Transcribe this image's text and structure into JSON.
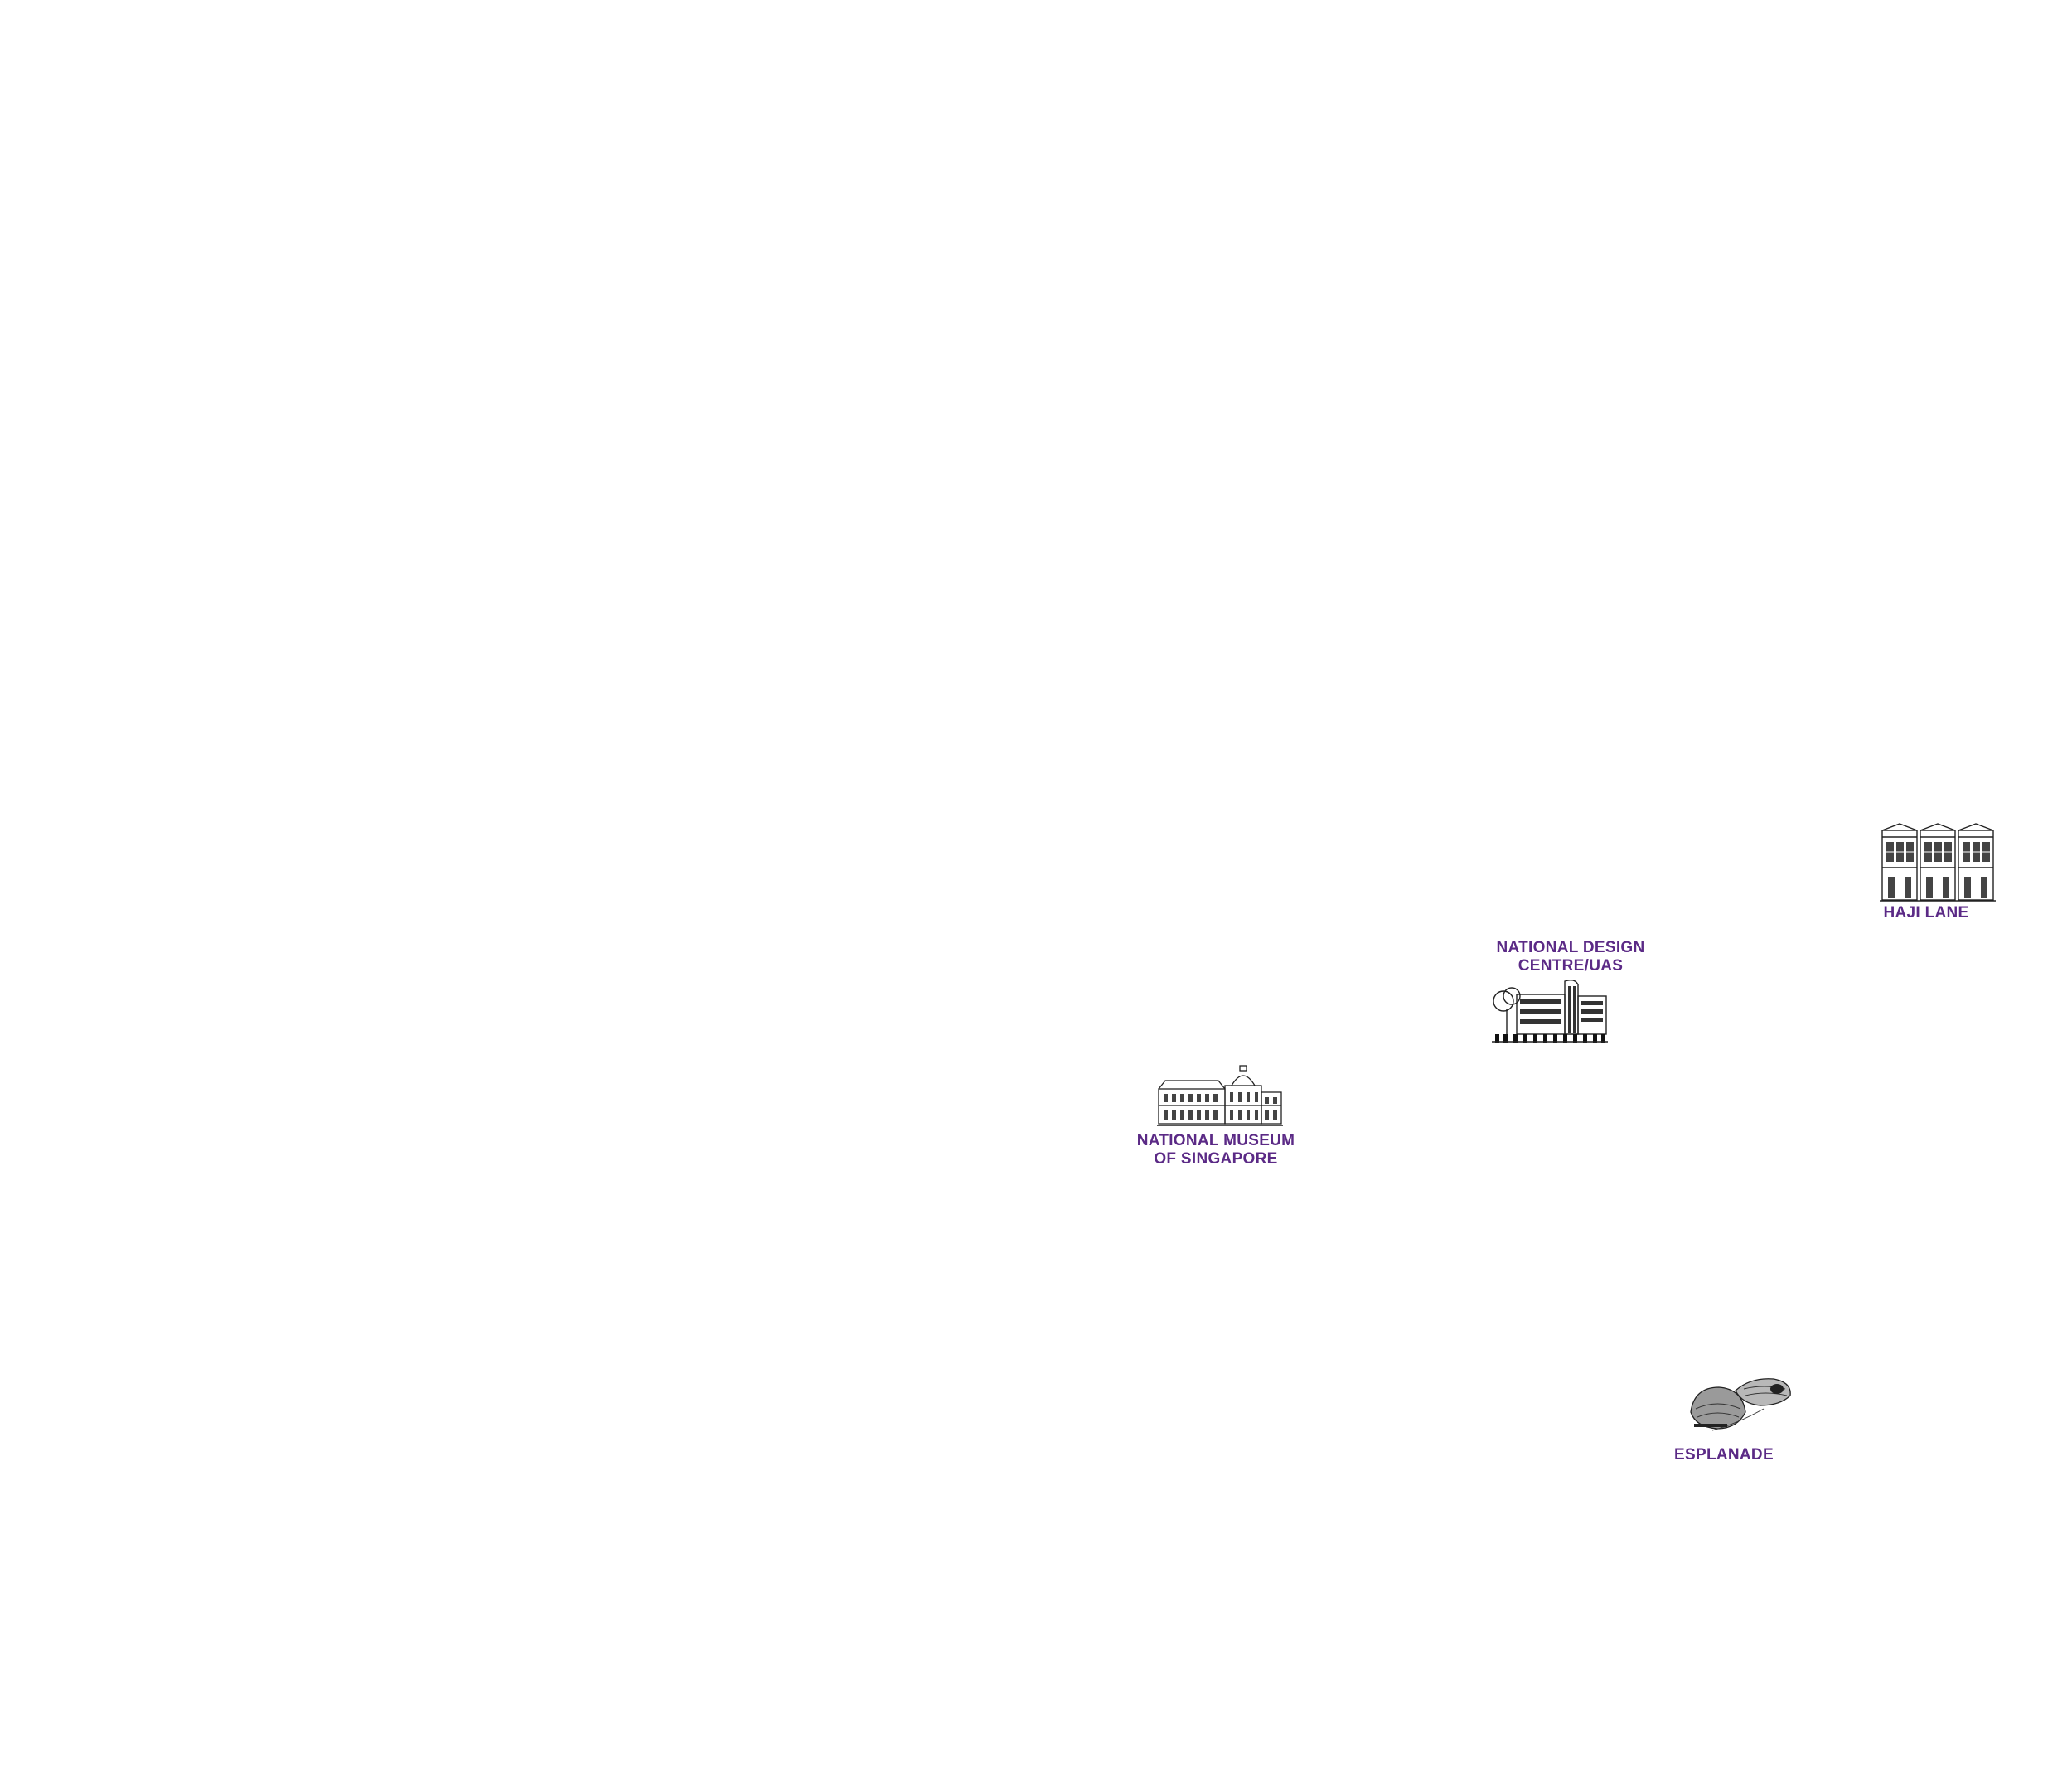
{
  "map": {
    "label_color": "#5b2a86",
    "landmarks": [
      {
        "id": "haji-lane",
        "icon": "shophouses-icon",
        "label_lines": [
          "HAJI LANE"
        ]
      },
      {
        "id": "national-design-centre",
        "icon": "modern-building-icon",
        "label_lines": [
          "NATIONAL DESIGN",
          "CENTRE/UAS"
        ]
      },
      {
        "id": "national-museum",
        "icon": "museum-building-icon",
        "label_lines": [
          "NATIONAL MUSEUM",
          "OF SINGAPORE"
        ]
      },
      {
        "id": "esplanade",
        "icon": "esplanade-domes-icon",
        "label_lines": [
          "ESPLANADE"
        ]
      }
    ]
  }
}
